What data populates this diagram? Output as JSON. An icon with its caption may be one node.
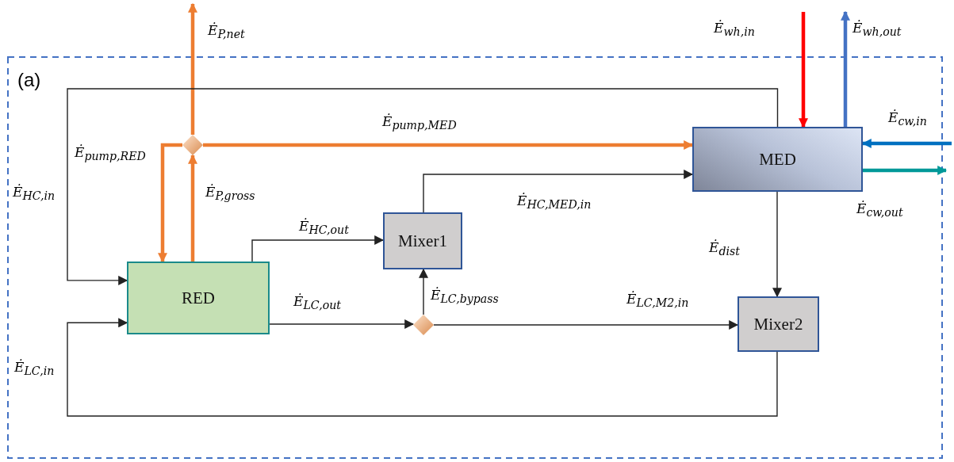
{
  "diagram": {
    "nodes": [
      {
        "text": [
          "RED"
        ]
      },
      {
        "text": [
          "Mixer1"
        ]
      },
      {
        "text": [
          "MED"
        ]
      },
      {
        "text": [
          "Mixer2"
        ]
      },
      {
        "text": [],
        "shape": "diamond"
      },
      {
        "text": [],
        "shape": "diamond"
      }
    ],
    "edges": [
      {
        "from": 0,
        "to": 4,
        "arrow": "to",
        "label": "Ė$_{P,gross}$",
        "style": "thick",
        "color": "#ed7d31"
      },
      {
        "from": 4,
        "to": null,
        "arrow": "to",
        "label": "Ė$_{P,net}$",
        "style": "thick",
        "color": "#ed7d31"
      },
      {
        "from": 4,
        "to": 0,
        "arrow": "to",
        "label": "Ė$_{pump,RED}$",
        "style": "thick",
        "color": "#ed7d31"
      },
      {
        "from": 4,
        "to": 2,
        "arrow": "to",
        "label": "Ė$_{pump,MED}$",
        "style": "thick",
        "color": "#ed7d31"
      },
      {
        "from": 0,
        "to": 1,
        "arrow": "to",
        "label": "Ė$_{HC,out}$"
      },
      {
        "from": 1,
        "to": 2,
        "arrow": "to",
        "label": "Ė$_{HC,MED,in}$"
      },
      {
        "from": 2,
        "to": 0,
        "arrow": "to",
        "label": "Ė$_{HC,in}$"
      },
      {
        "from": 0,
        "to": 5,
        "arrow": "to",
        "label": "Ė$_{LC,out}$"
      },
      {
        "from": 5,
        "to": 1,
        "arrow": "to",
        "label": "Ė$_{LC,bypass}$"
      },
      {
        "from": 5,
        "to": 3,
        "arrow": "to",
        "label": "Ė$_{LC,M2,in}$"
      },
      {
        "from": 2,
        "to": 3,
        "arrow": "to",
        "label": "Ė$_{dist}$"
      },
      {
        "from": 3,
        "to": 0,
        "arrow": "to",
        "label": "Ė$_{LC,in}$"
      },
      {
        "from": null,
        "to": 2,
        "arrow": "to",
        "label": "Ė$_{wh,in}$",
        "style": "thick",
        "color": "#ff0000"
      },
      {
        "from": 2,
        "to": null,
        "arrow": "to",
        "label": "Ė$_{wh,out}$",
        "style": "thick",
        "color": "#4472c4"
      },
      {
        "from": null,
        "to": 2,
        "arrow": "to",
        "label": "Ė$_{cw,in}$",
        "style": "thick",
        "color": "#0070c0"
      },
      {
        "from": 2,
        "to": null,
        "arrow": "to",
        "label": "Ė$_{cw,out}$",
        "style": "thick",
        "color": "#009999"
      }
    ],
    "labels": [
      "(a)"
    ]
  }
}
